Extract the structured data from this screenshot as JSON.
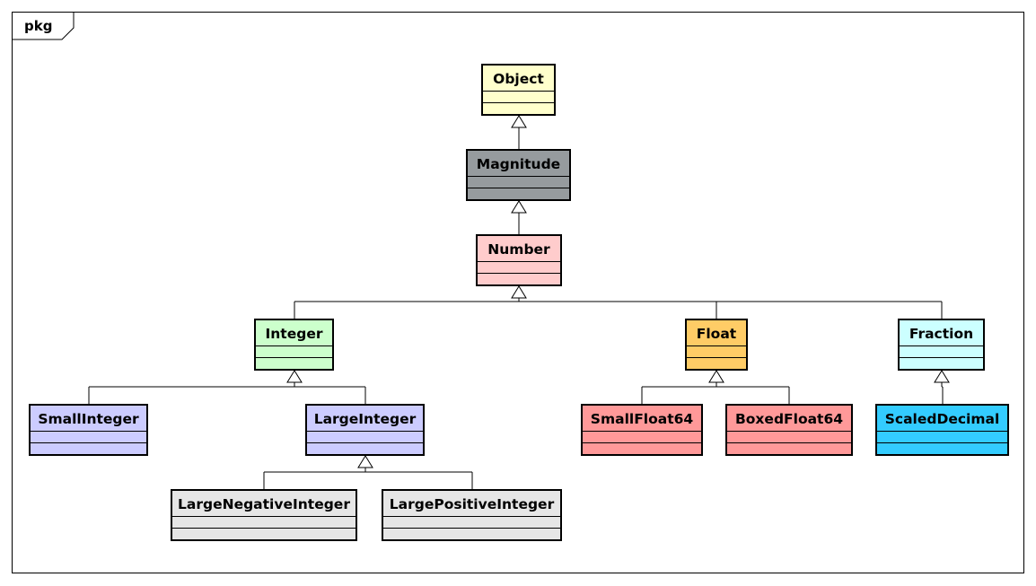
{
  "package": {
    "label": "pkg"
  },
  "classes": {
    "object": {
      "name": "Object",
      "fill": "#ffffcc"
    },
    "magnitude": {
      "name": "Magnitude",
      "fill": "#969b9e"
    },
    "number": {
      "name": "Number",
      "fill": "#ffcccc"
    },
    "integer": {
      "name": "Integer",
      "fill": "#ccffcc"
    },
    "float": {
      "name": "Float",
      "fill": "#ffcc66"
    },
    "fraction": {
      "name": "Fraction",
      "fill": "#ccffff"
    },
    "small_integer": {
      "name": "SmallInteger",
      "fill": "#ccccff"
    },
    "large_integer": {
      "name": "LargeInteger",
      "fill": "#ccccff"
    },
    "small_float64": {
      "name": "SmallFloat64",
      "fill": "#ff9999"
    },
    "boxed_float64": {
      "name": "BoxedFloat64",
      "fill": "#ff9999"
    },
    "scaled_decimal": {
      "name": "ScaledDecimal",
      "fill": "#33ccff"
    },
    "large_negative_integer": {
      "name": "LargeNegativeInteger",
      "fill": "#e6e6e6"
    },
    "large_positive_integer": {
      "name": "LargePositiveInteger",
      "fill": "#e6e6e6"
    }
  },
  "generalizations": [
    {
      "child": "magnitude",
      "parent": "object"
    },
    {
      "child": "number",
      "parent": "magnitude"
    },
    {
      "child": "integer",
      "parent": "number"
    },
    {
      "child": "float",
      "parent": "number"
    },
    {
      "child": "fraction",
      "parent": "number"
    },
    {
      "child": "small_integer",
      "parent": "integer"
    },
    {
      "child": "large_integer",
      "parent": "integer"
    },
    {
      "child": "small_float64",
      "parent": "float"
    },
    {
      "child": "boxed_float64",
      "parent": "float"
    },
    {
      "child": "scaled_decimal",
      "parent": "fraction"
    },
    {
      "child": "large_negative_integer",
      "parent": "large_integer"
    },
    {
      "child": "large_positive_integer",
      "parent": "large_integer"
    }
  ]
}
